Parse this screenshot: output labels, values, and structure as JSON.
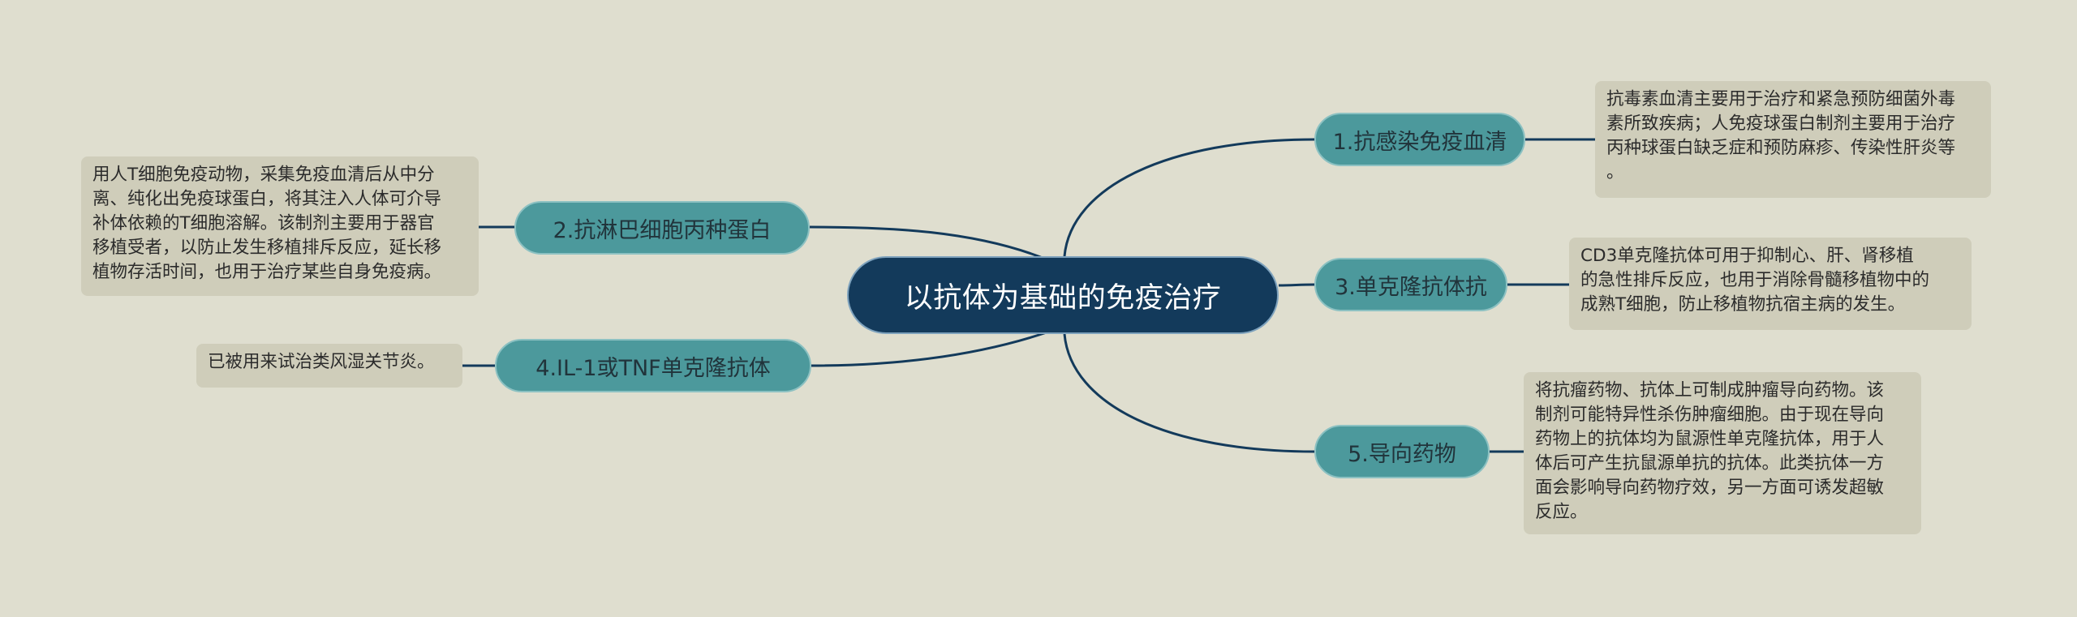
{
  "root": {
    "label": "以抗体为基础的免疫治疗"
  },
  "branches": [
    {
      "label": "1.抗感染免疫血清",
      "note_lines": [
        "抗毒素血清主要用于治疗和紧急预防细菌外毒",
        "素所致疾病；人免疫球蛋白制剂主要用于治疗",
        "丙种球蛋白缺乏症和预防麻疹、传染性肝炎等",
        "。"
      ]
    },
    {
      "label": "2.抗淋巴细胞丙种蛋白",
      "note_lines": [
        "用人T细胞免疫动物，采集免疫血清后从中分",
        "离、纯化出免疫球蛋白，将其注入人体可介导",
        "补体依赖的T细胞溶解。该制剂主要用于器官",
        "移植受者，以防止发生移植排斥反应，延长移",
        "植物存活时间，也用于治疗某些自身免疫病。"
      ]
    },
    {
      "label": "3.单克隆抗体抗",
      "note_lines": [
        "CD3单克隆抗体可用于抑制心、肝、肾移植",
        "的急性排斥反应，也用于消除骨髓移植物中的",
        "成熟T细胞，防止移植物抗宿主病的发生。"
      ]
    },
    {
      "label": "4.IL-1或TNF单克隆抗体",
      "note_lines": [
        "已被用来试治类风湿关节炎。"
      ]
    },
    {
      "label": "5.导向药物",
      "note_lines": [
        "将抗瘤药物、抗体上可制成肿瘤导向药物。该",
        "制剂可能特异性杀伤肿瘤细胞。由于现在导向",
        "药物上的抗体均为鼠源性单克隆抗体，用于人",
        "体后可产生抗鼠源单抗的抗体。此类抗体一方",
        "面会影响导向药物疗效，另一方面可诱发超敏",
        "反应。"
      ]
    }
  ],
  "colors": {
    "background": "#dfdecf",
    "root": "#133a5b",
    "branch": "#4c999c",
    "note": "#cfcdba",
    "connector": "#133a5b"
  }
}
